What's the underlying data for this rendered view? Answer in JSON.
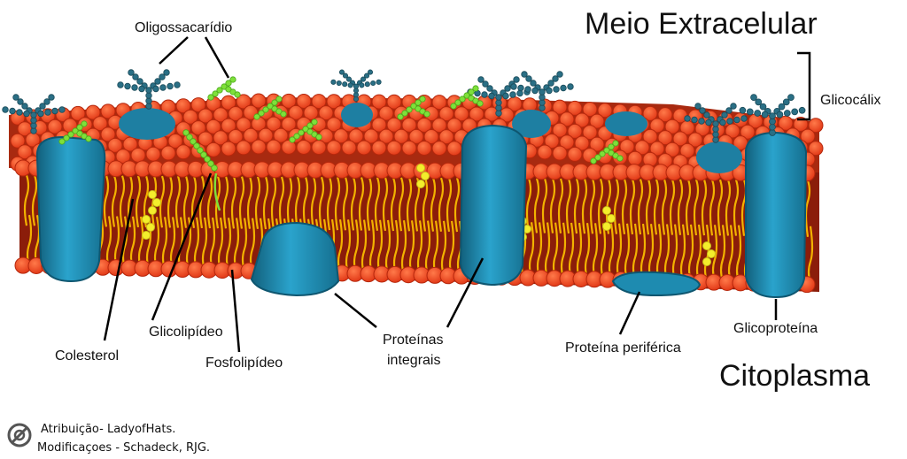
{
  "title_top": "Meio Extracelular",
  "title_bottom": "Citoplasma",
  "labels": {
    "oligossacaridio": "Oligossacarídio",
    "glicocalix": "Glicocálix",
    "colesterol": "Colesterol",
    "glicolipideo": "Glicolipídeo",
    "fosfolipideo": "Fosfolipídeo",
    "proteinas_line1": "Proteínas",
    "proteinas_line2": "integrais",
    "proteina_periferica": "Proteína periférica",
    "glicoproteina": "Glicoproteína"
  },
  "credit": {
    "line1": "Atribuição- LadyofHats.",
    "line2": "Modificaçoes - Schadeck, RJG."
  },
  "colors": {
    "head_fill": "#e8401c",
    "head_stroke": "#b5270c",
    "tail": "#f2b200",
    "core": "#8b1d0a",
    "top_surface": "#a82a10",
    "protein": "#1e8bb0",
    "protein_dark": "#12607c",
    "sugar_blue": "#2a6f85",
    "sugar_green": "#7ee03a",
    "cholesterol": "#f4ee2c"
  }
}
